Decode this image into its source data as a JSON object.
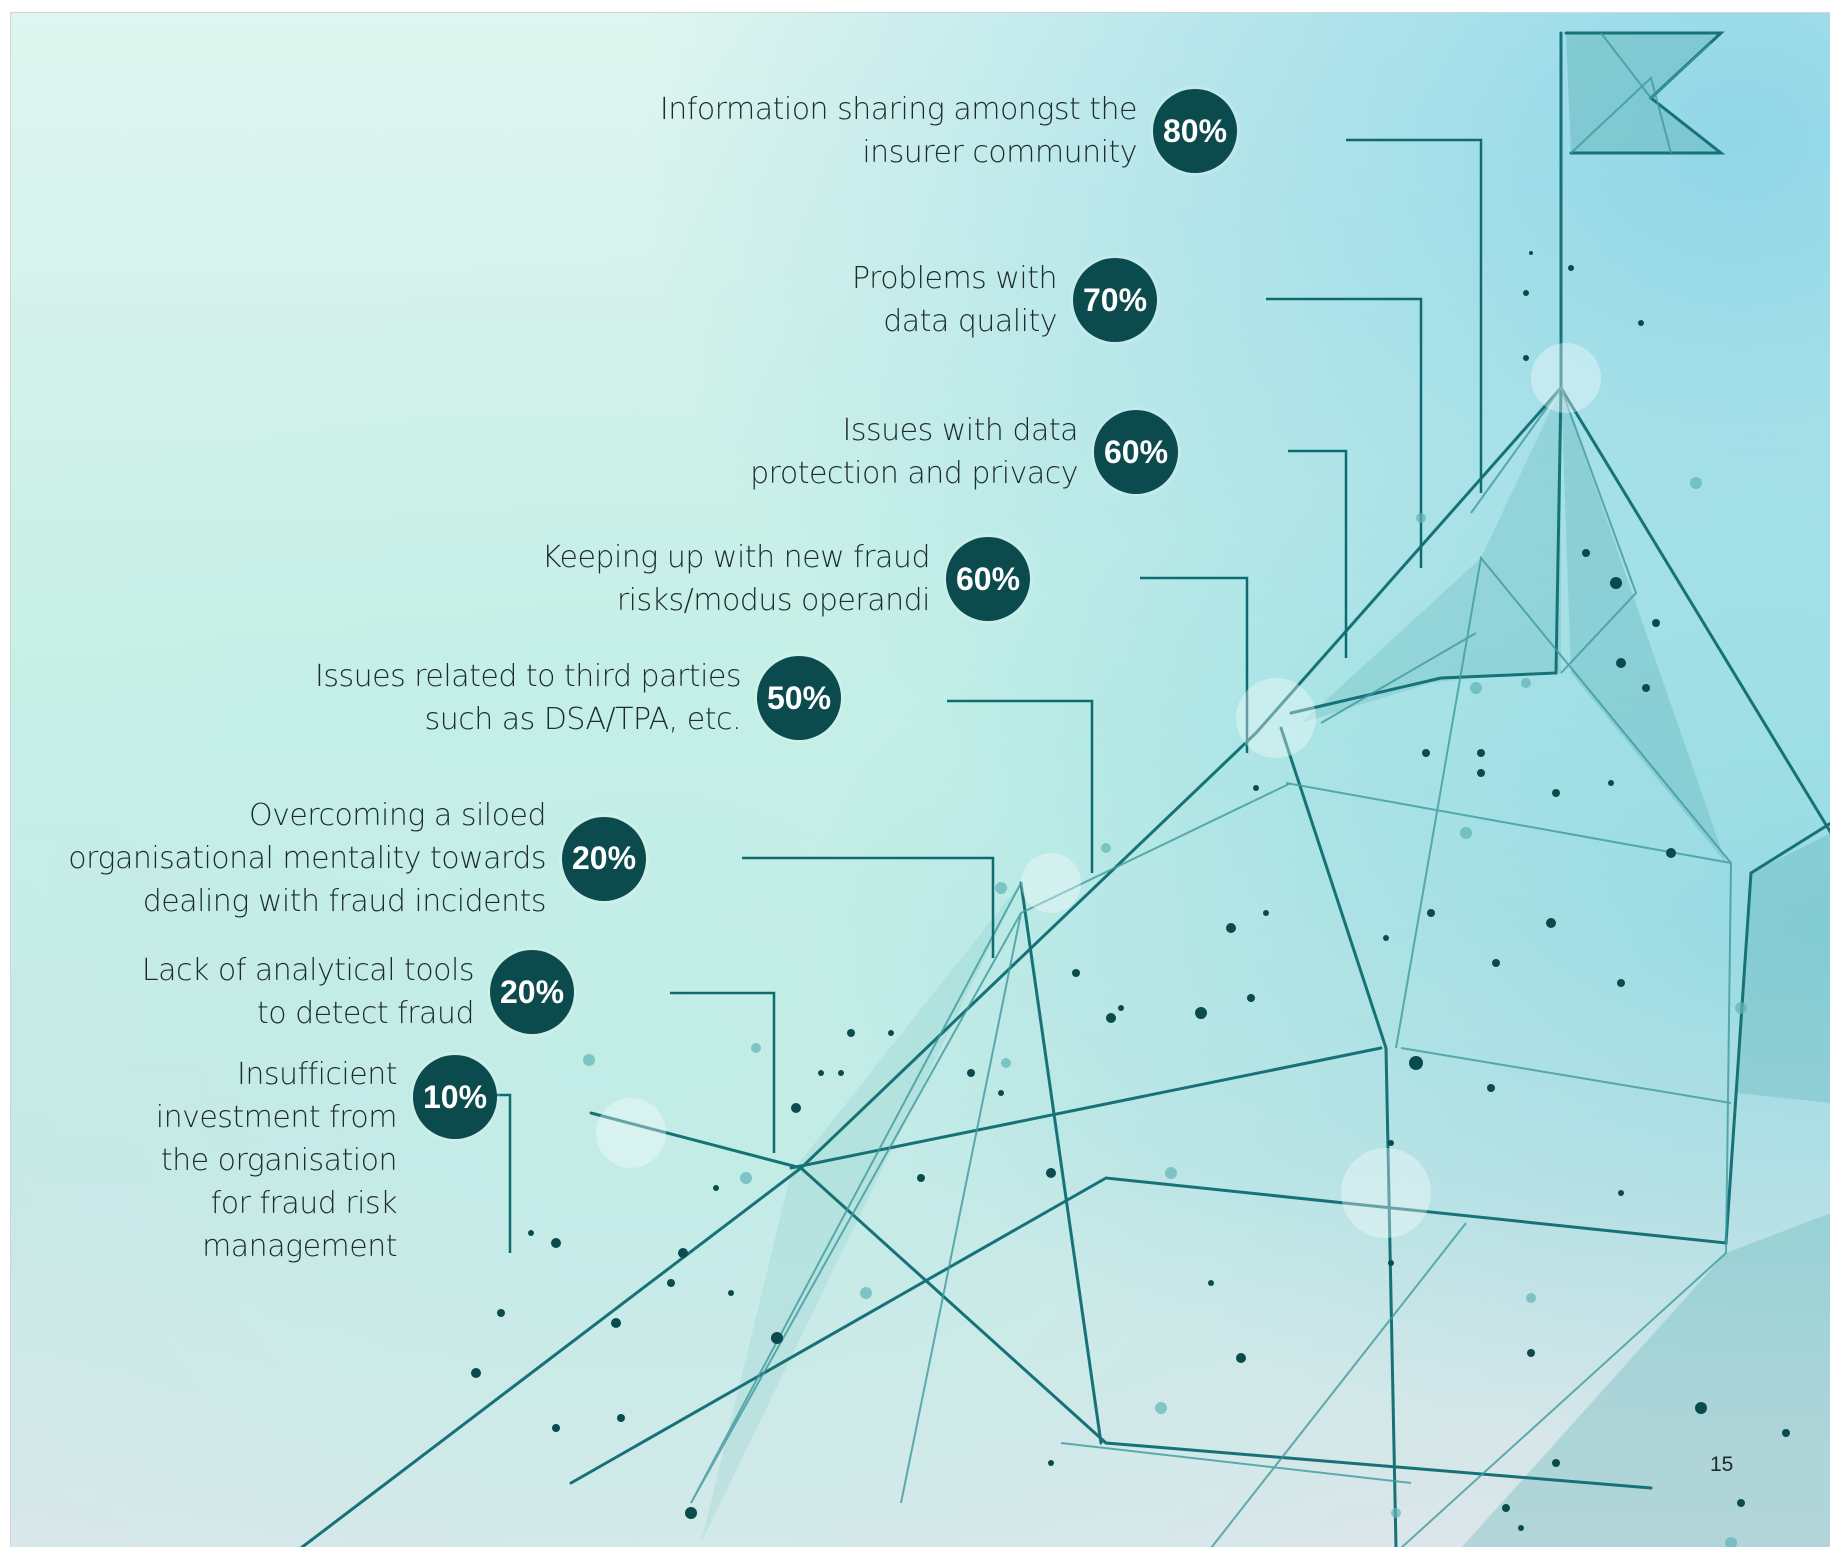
{
  "items": [
    {
      "label": "Information sharing amongst the\ninsurer community",
      "value": "80%"
    },
    {
      "label": "Problems with\ndata quality",
      "value": "70%"
    },
    {
      "label": "Issues with data\nprotection and privacy",
      "value": "60%"
    },
    {
      "label": "Keeping up with new fraud\nrisks/modus operandi",
      "value": "60%"
    },
    {
      "label": "Issues related to third parties\nsuch as DSA/TPA, etc.",
      "value": "50%"
    },
    {
      "label": "Overcoming a siloed\norganisational mentality towards\ndealing with fraud incidents",
      "value": "20%"
    },
    {
      "label": "Lack of analytical tools\nto detect fraud",
      "value": "20%"
    },
    {
      "label": "Insufficient\ninvestment from\nthe organisation\nfor fraud risk\nmanagement",
      "value": "10%"
    }
  ],
  "page_number": "15",
  "colors": {
    "badge": "#0b4a4d",
    "line": "#0f6b70",
    "text": "#1d2b2f"
  }
}
